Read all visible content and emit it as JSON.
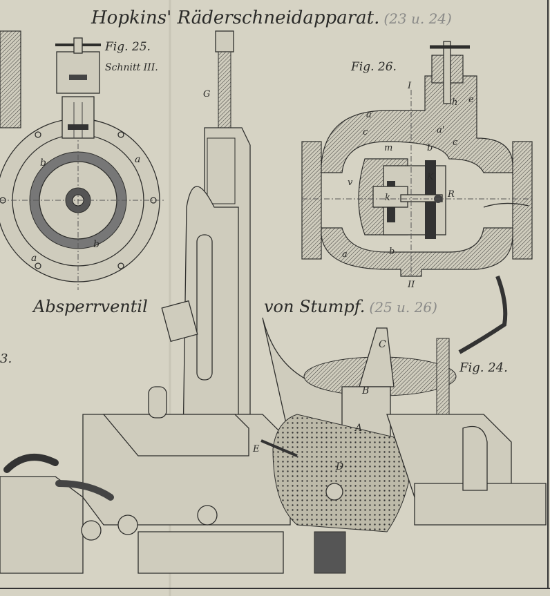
{
  "plate": {
    "title": "Hopkins' Räderschneidapparat.",
    "title_ref": "(23 u. 24)",
    "caption_left": "Absperrventil",
    "caption_right": "von Stumpf.",
    "caption_ref": "(25 u. 26)",
    "edge_fragment": "3."
  },
  "fig25": {
    "label": "Fig. 25.",
    "section": "Schnitt III.",
    "letters": [
      "a",
      "b",
      "b",
      "a"
    ]
  },
  "fig26": {
    "label": "Fig. 26.",
    "letters": [
      "I",
      "a",
      "c",
      "a'",
      "e",
      "h",
      "m",
      "b",
      "c",
      "K",
      "R",
      "k",
      "v",
      "a",
      "b",
      "II"
    ]
  },
  "fig24": {
    "label": "Fig. 24.",
    "letters": [
      "G",
      "C",
      "B",
      "A",
      "D",
      "E"
    ]
  }
}
